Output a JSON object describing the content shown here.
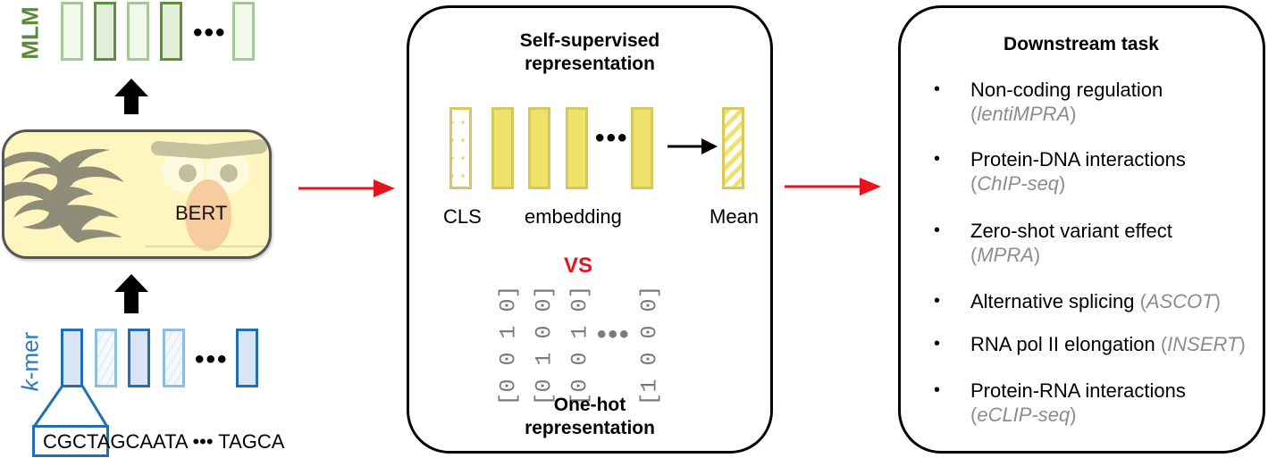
{
  "left": {
    "mlm_label": "MLM",
    "mlm_tokens": [
      {
        "style": "light"
      },
      {
        "style": "dark"
      },
      {
        "style": "light"
      },
      {
        "style": "dark"
      },
      {
        "style": "light"
      }
    ],
    "ellipsis": "•••",
    "model_label": "BERT",
    "kmer_label_prefix": "k",
    "kmer_label_suffix": "-mer",
    "kmer_tokens": [
      {
        "style": "dark"
      },
      {
        "style": "light"
      },
      {
        "style": "dark"
      },
      {
        "style": "light"
      },
      {
        "style": "dark"
      }
    ],
    "sequence": "CGCTAGCAATA ••• TAGCA",
    "highlighted_kmer": "CGCTA"
  },
  "middle": {
    "title": "Self-supervised representation",
    "title_line1": "Self-supervised",
    "title_line2": "representation",
    "labels": {
      "cls": "CLS",
      "embedding": "embedding",
      "mean": "Mean"
    },
    "ellipsis": "•••",
    "vs": "VS",
    "one_hot_vectors": [
      "[0 0 1 0]",
      "[0 1 0 0]",
      "[0 0 1 0]",
      "[1 0 0 0]"
    ],
    "one_hot_title_line1": "One-hot",
    "one_hot_title_line2": "representation"
  },
  "right": {
    "title": "Downstream task",
    "bullet": "•",
    "tasks": [
      {
        "name": "Non-coding regulation",
        "dataset": "lentiMPRA",
        "wrap": true
      },
      {
        "name": "Protein-DNA interactions",
        "dataset": "ChIP-seq",
        "wrap": true
      },
      {
        "name": "Zero-shot variant effect",
        "dataset": "MPRA",
        "wrap": true
      },
      {
        "name": "Alternative splicing",
        "dataset": "ASCOT",
        "wrap": false
      },
      {
        "name": "RNA pol II elongation",
        "dataset": "INSERT",
        "wrap": false
      },
      {
        "name": "Protein-RNA interactions",
        "dataset": "eCLIP-seq",
        "wrap": true
      }
    ]
  },
  "colors": {
    "mlm_green": "#5a8a3a",
    "kmer_blue": "#1f6fb2",
    "embedding_yellow": "#efe26a",
    "flow_arrow_red": "#e8141b",
    "dataset_gray": "#8c8c8c"
  }
}
